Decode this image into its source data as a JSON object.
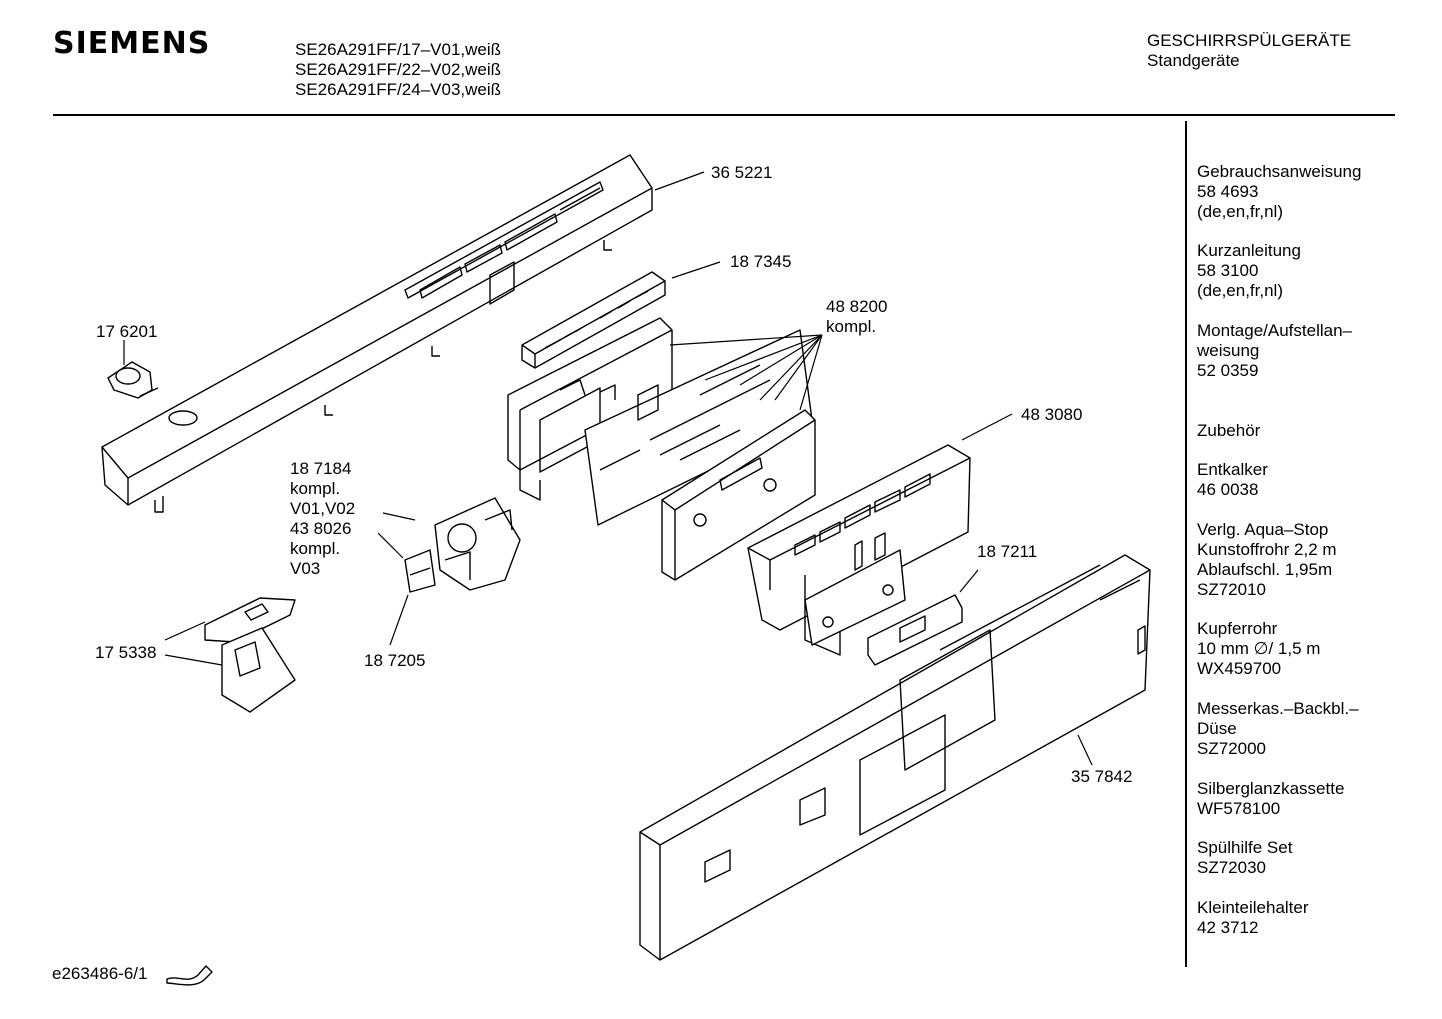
{
  "header": {
    "brand": "SIEMENS",
    "models": [
      "SE26A291FF/17–V01,weiß",
      "SE26A291FF/22–V02,weiß",
      "SE26A291FF/24–V03,weiß"
    ],
    "category": "GESCHIRRSPÜLGERÄTE",
    "subcategory": "Standgeräte"
  },
  "sidebar": [
    {
      "lines": [
        "Gebrauchsanweisung",
        "58 4693",
        "(de,en,fr,nl)"
      ]
    },
    {
      "lines": [
        "Kurzanleitung",
        "58 3100",
        "(de,en,fr,nl)"
      ]
    },
    {
      "lines": [
        "Montage/Aufstellan–",
        "weisung",
        "52 0359"
      ]
    },
    {
      "lines": [
        "Zubehör"
      ]
    },
    {
      "lines": [
        "Entkalker",
        "46 0038"
      ]
    },
    {
      "lines": [
        "Verlg. Aqua–Stop",
        "Kunstoffrohr 2,2 m",
        "Ablaufschl. 1,95m",
        "SZ72010"
      ]
    },
    {
      "lines": [
        "Kupferrohr",
        "10 mm ∅/ 1,5 m",
        "WX459700"
      ]
    },
    {
      "lines": [
        "Messerkas.–Backbl.–",
        "Düse",
        "SZ72000"
      ]
    },
    {
      "lines": [
        "Silberglanzkassette",
        "WF578100"
      ]
    },
    {
      "lines": [
        "Spülhilfe Set",
        "SZ72030"
      ]
    },
    {
      "lines": [
        "Kleinteilehalter",
        "42 3712"
      ]
    }
  ],
  "parts": [
    {
      "lines": [
        "36 5221"
      ]
    },
    {
      "lines": [
        "18 7345"
      ]
    },
    {
      "lines": [
        "48 8200",
        "kompl."
      ]
    },
    {
      "lines": [
        "17 6201"
      ]
    },
    {
      "lines": [
        "48 3080"
      ]
    },
    {
      "lines": [
        "18 7184",
        "kompl.",
        "V01,V02",
        "43 8026",
        "kompl.",
        "V03"
      ]
    },
    {
      "lines": [
        "18 7211"
      ]
    },
    {
      "lines": [
        "17 5338"
      ]
    },
    {
      "lines": [
        "18 7205"
      ]
    },
    {
      "lines": [
        "35 7842"
      ]
    }
  ],
  "footer": {
    "code": "e263486-6/1"
  }
}
